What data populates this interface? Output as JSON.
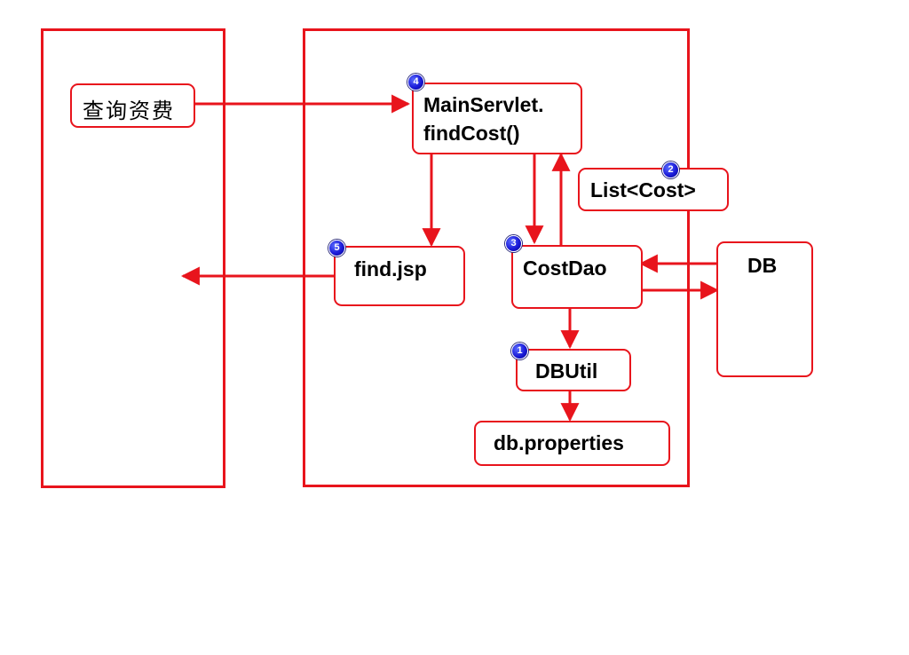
{
  "client_label": "查询资费",
  "main_servlet": {
    "line1": "MainServlet.",
    "line2": "findCost()"
  },
  "list_cost": "List<Cost>",
  "find_jsp": "find.jsp",
  "cost_dao": "CostDao",
  "db_util": "DBUtil",
  "db_properties": "db.properties",
  "db": "DB",
  "badges": {
    "db_util": "1",
    "list_cost": "2",
    "cost_dao": "3",
    "main_servlet": "4",
    "find_jsp": "5"
  },
  "colors": {
    "line": "#e8141c",
    "badge": "#1a1ad8"
  }
}
